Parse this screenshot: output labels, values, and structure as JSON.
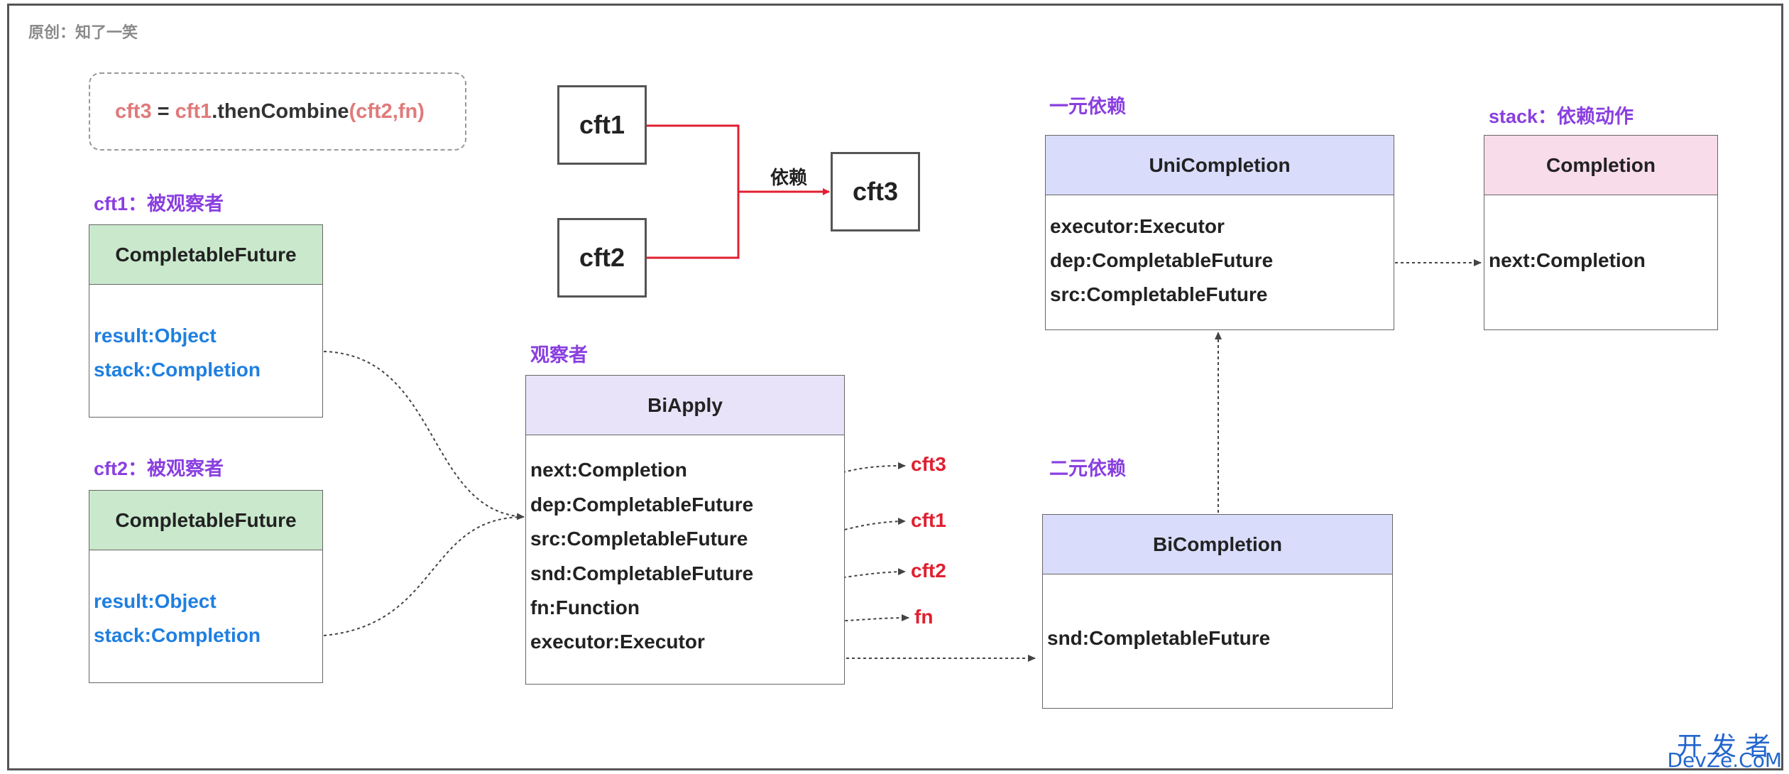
{
  "watermark": "原创：知了一笑",
  "formula": {
    "lhs": "cft3",
    "eq": " = ",
    "obj": "cft1",
    "method": ".thenCombine",
    "args": "(cft2,fn)"
  },
  "top_diagram": {
    "cft1": "cft1",
    "cft2": "cft2",
    "cft3": "cft3",
    "edge_label": "依赖"
  },
  "labels": {
    "cft1_observed": "cft1：被观察者",
    "cft2_observed": "cft2：被观察者",
    "observer": "观察者",
    "unary_dep": "一元依赖",
    "binary_dep": "二元依赖",
    "stack_action": "stack：依赖动作"
  },
  "cf1": {
    "title": "CompletableFuture",
    "fields": [
      "result:Object",
      "stack:Completion"
    ]
  },
  "cf2": {
    "title": "CompletableFuture",
    "fields": [
      "result:Object",
      "stack:Completion"
    ]
  },
  "biapply": {
    "title": "BiApply",
    "fields": [
      "next:Completion",
      "dep:CompletableFuture",
      "src:CompletableFuture",
      "snd:CompletableFuture",
      "fn:Function",
      "executor:Executor"
    ],
    "targets": [
      "cft3",
      "cft1",
      "cft2",
      "fn"
    ]
  },
  "uni": {
    "title": "UniCompletion",
    "fields": [
      "executor:Executor",
      "dep:CompletableFuture",
      "src:CompletableFuture"
    ]
  },
  "completion": {
    "title": "Completion",
    "fields": [
      "next:Completion"
    ]
  },
  "bi": {
    "title": "BiCompletion",
    "fields": [
      "snd:CompletableFuture"
    ]
  },
  "colors": {
    "red": "#e02030",
    "purple": "#8a3fe0",
    "blue": "#1f7fe0",
    "green_header": "#c9e8cc",
    "lavender_header": "#e8e3f8",
    "uni_header": "#d9dcfb",
    "pink_header": "#f9dcea"
  },
  "brand": {
    "line1": "开发者",
    "line2": "DevZe.CoM"
  }
}
